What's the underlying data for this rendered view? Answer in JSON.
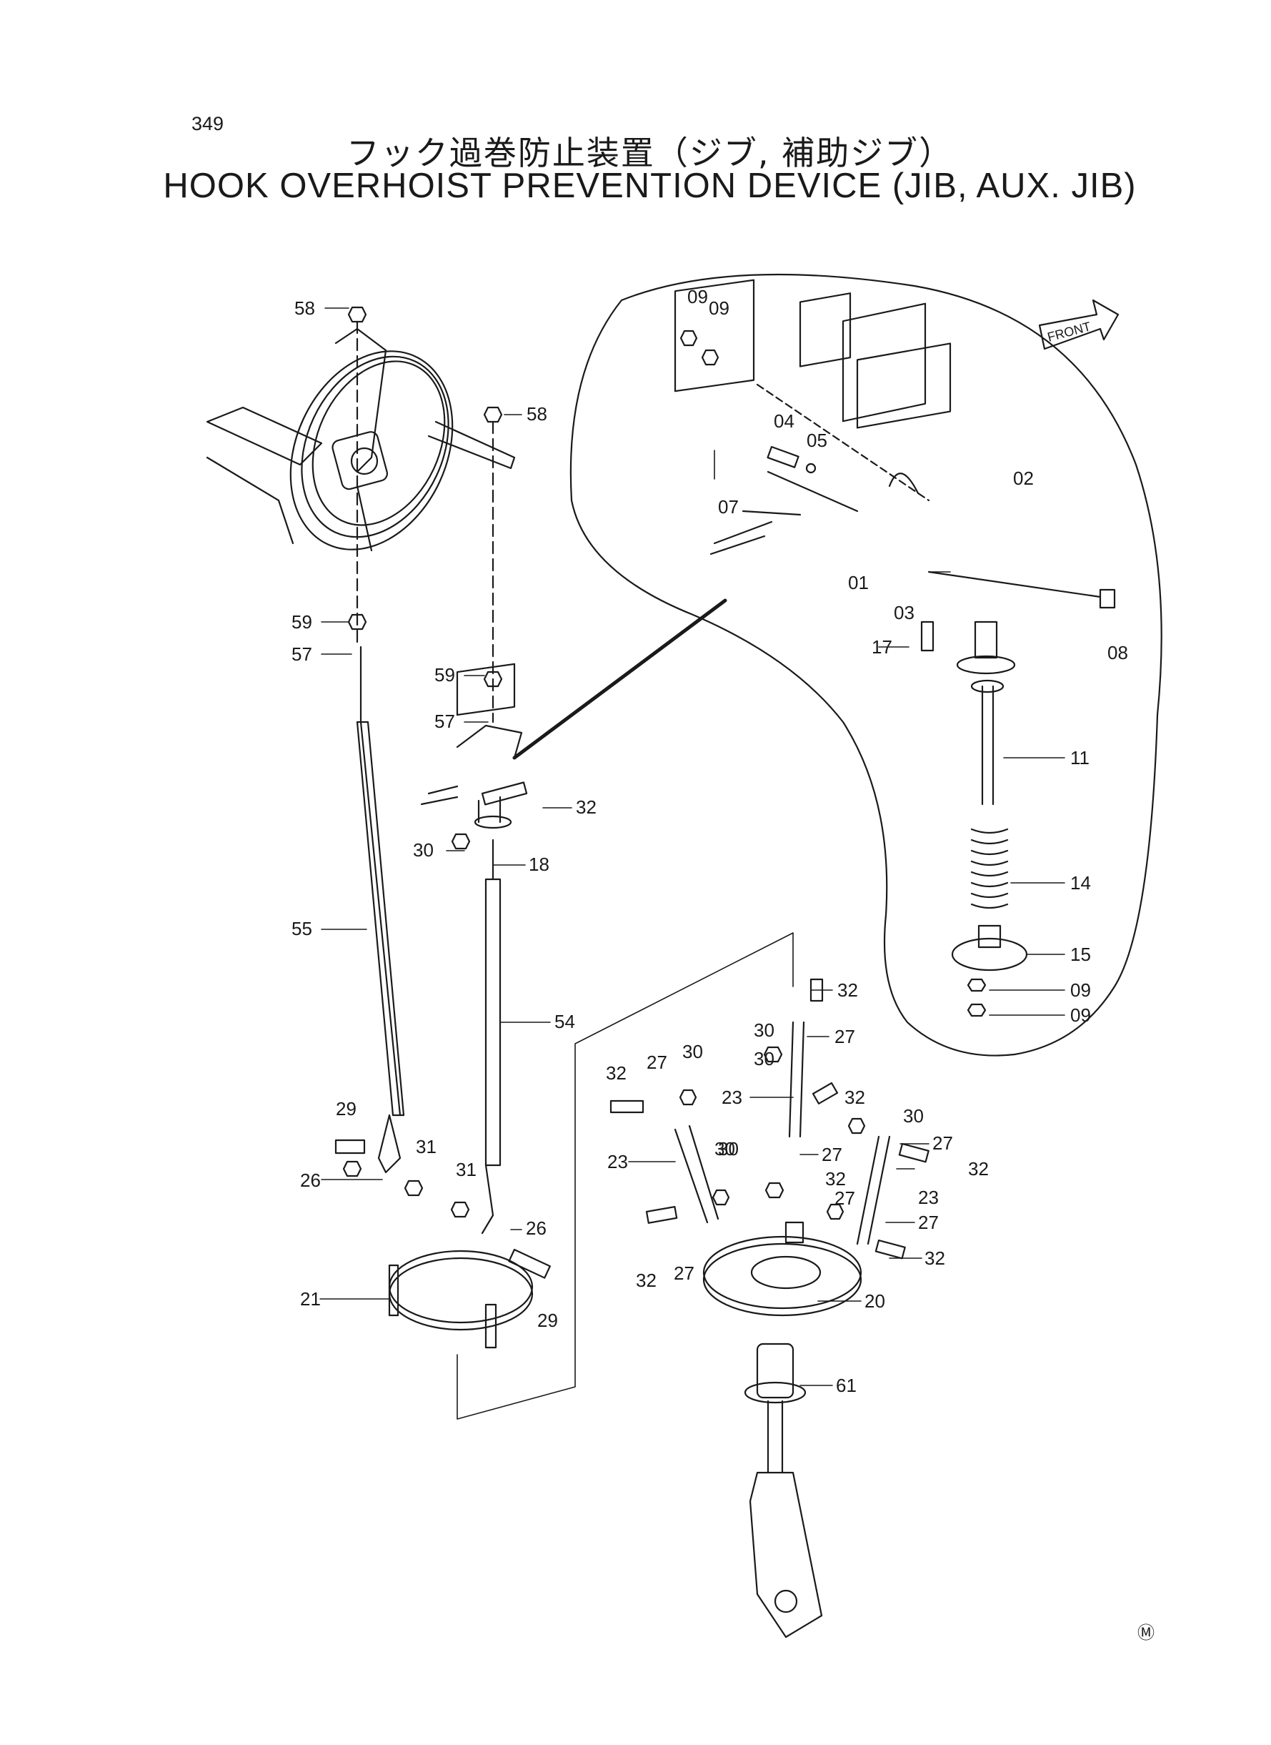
{
  "page": {
    "number": "349",
    "title_jp": "フック過巻防止装置（ジブ, 補助ジブ）",
    "title_en": "HOOK OVERHOIST PREVENTION DEVICE (JIB, AUX. JIB)",
    "mark": "Ⓜ",
    "front_arrow": "FRONT"
  },
  "callouts": [
    "58",
    "58",
    "59",
    "57",
    "59",
    "57",
    "55",
    "54",
    "32",
    "30",
    "18",
    "29",
    "26",
    "31",
    "31",
    "26",
    "29",
    "21",
    "09",
    "09",
    "04",
    "05",
    "07",
    "02",
    "01",
    "03",
    "08",
    "17",
    "11",
    "14",
    "15",
    "09",
    "09",
    "32",
    "27",
    "30",
    "30",
    "32",
    "27",
    "30",
    "23",
    "32",
    "23",
    "30",
    "27",
    "32",
    "27",
    "30",
    "30",
    "27",
    "32",
    "23",
    "27",
    "32",
    "32",
    "27",
    "20",
    "61"
  ],
  "colors": {
    "line": "#1a1a1a",
    "background": "#ffffff"
  }
}
